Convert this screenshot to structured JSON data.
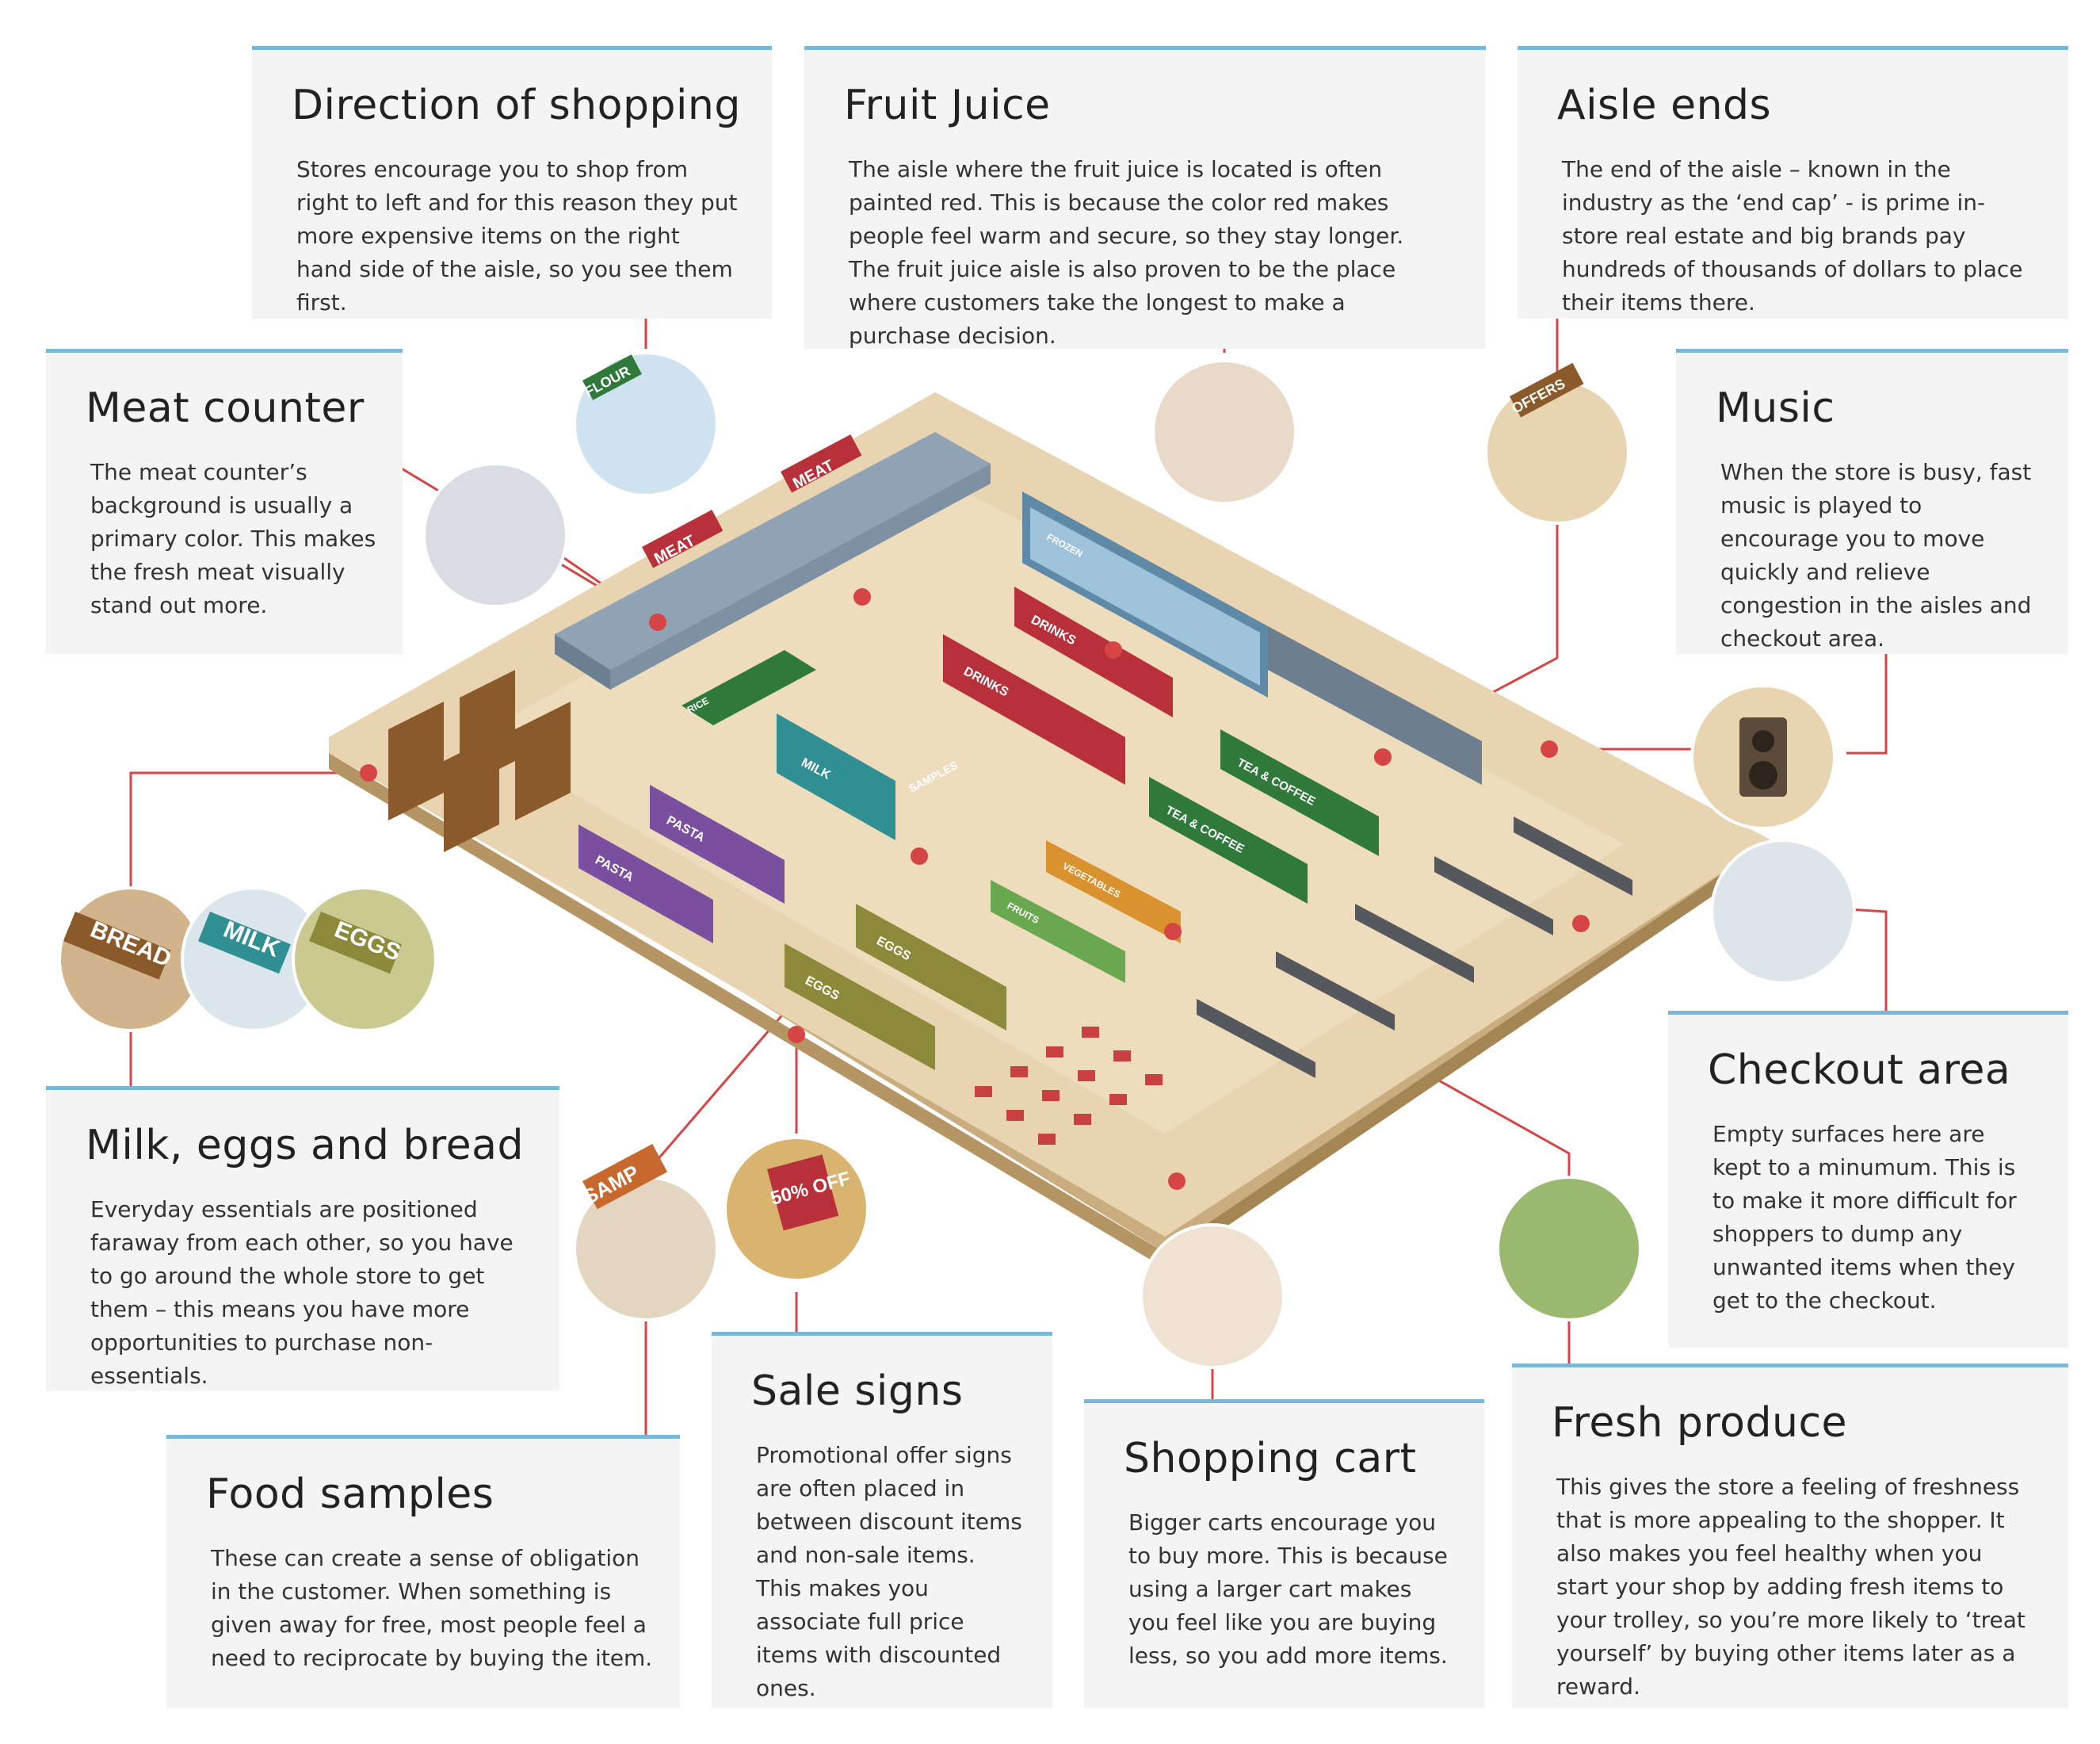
{
  "colors": {
    "card_bg": "#f4f4f4",
    "card_accent": "#7ab8da",
    "connector": "#d64545",
    "floor": "#e8d4b0",
    "floor_edge": "#c9ad7f",
    "shelf_red": "#b8303a",
    "shelf_green": "#2f7a3a",
    "shelf_purple": "#7b4fa0",
    "shelf_teal": "#2f8f93",
    "shelf_olive": "#8c8a3a",
    "bread_brown": "#8a5a2b"
  },
  "cards": {
    "direction": {
      "title": "Direction of shopping",
      "text": "Stores encourage you to shop from right to left and for this reason they put more expensive items on the right hand side of the aisle, so you see them first."
    },
    "juice": {
      "title": "Fruit Juice",
      "text": "The aisle where the fruit juice is located is often painted red. This is because the color red makes people feel warm and secure, so they stay longer. The fruit juice aisle is also proven to be the place where customers take the longest to make a purchase decision."
    },
    "aisle_ends": {
      "title": "Aisle ends",
      "text": "The end of the aisle – known in the industry as the ‘end cap’ - is prime in-store real estate and big brands pay hundreds of thousands of dollars to place their items there."
    },
    "meat": {
      "title": "Meat counter",
      "text": "The meat counter’s background is usually a primary color. This makes the fresh meat visually stand out more."
    },
    "music": {
      "title": "Music",
      "text": "When the store is busy, fast music is played to encourage you to move quickly and relieve congestion in the aisles and checkout area."
    },
    "checkout": {
      "title": "Checkout area",
      "text": "Empty surfaces here are kept to a minumum. This is to make it more difficult for shoppers to dump any unwanted items when they get to the checkout."
    },
    "essentials": {
      "title": "Milk, eggs and bread",
      "text": "Everyday essentials are positioned faraway from each other, so you have to go around the whole store to get them – this means you have more opportunities to purchase non-essentials."
    },
    "samples": {
      "title": "Food samples",
      "text": "These can create a sense of obligation in the customer. When something is given away for free, most people feel a need to reciprocate by buying the item."
    },
    "sale": {
      "title": "Sale signs",
      "text": "Promotional offer signs are often placed in between discount items and non-sale items. This makes you associate full price items with discounted ones."
    },
    "cart": {
      "title": "Shopping cart",
      "text": "Bigger carts encourage you to buy more. This is because using a larger cart makes you feel like you are buying less, so you add more items."
    },
    "produce": {
      "title": "Fresh produce",
      "text": "This gives the store a feeling of freshness that is more appealing to the shopper. It also makes you feel healthy when you start your shop by adding fresh items to your trolley, so you’re more likely to ‘treat yourself’ by buying other items later as a reward."
    }
  },
  "signs": {
    "flour": "FLOUR",
    "offers": "OFFERS",
    "meat": "MEAT",
    "frozen": "FROZEN",
    "drinks": "DRINKS",
    "tea_coffee": "TEA & COFFEE",
    "bread": "BREAD",
    "milk": "MILK",
    "eggs": "EGGS",
    "pasta": "PASTA",
    "samples": "SAMPLES",
    "rice": "RICE",
    "fruits": "FRUITS",
    "vegetables": "VEGETABLES",
    "sale_big": "50% OFF",
    "samp": "SAMP"
  }
}
